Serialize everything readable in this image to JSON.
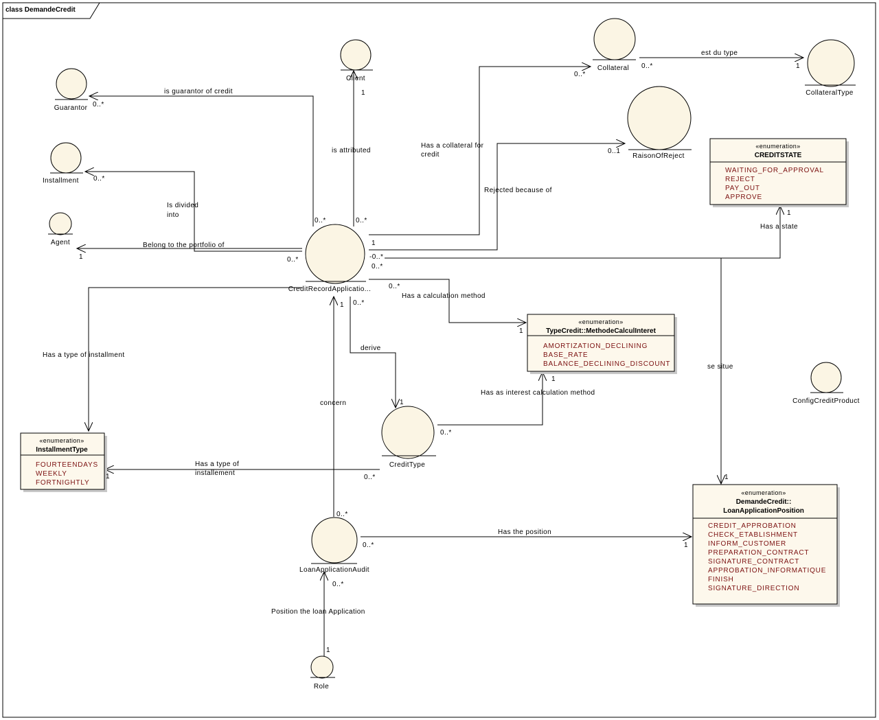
{
  "frame_title": "class DemandeCredit",
  "entities": {
    "guarantor": "Guarantor",
    "client": "Client",
    "installment": "Installment",
    "agent": "Agent",
    "credit_record": "CreditRecordApplicatio...",
    "collateral": "Collateral",
    "collateral_type": "CollateralType",
    "raison_of_reject": "RaisonOfReject",
    "config_credit_product": "ConfigCreditProduct",
    "credit_type": "CreditType",
    "loan_application_audit": "LoanApplicationAudit",
    "role": "Role"
  },
  "enumerations": {
    "credit_state": {
      "stereotype": "«enumeration»",
      "name": "CREDITSTATE",
      "literals": [
        "WAITING_FOR_APPROVAL",
        "REJECT",
        "PAY_OUT",
        "APPROVE"
      ]
    },
    "methode_calcul": {
      "stereotype": "«enumeration»",
      "name": "TypeCredit::MethodeCalculInteret",
      "literals": [
        "AMORTIZATION_DECLINING",
        "BASE_RATE",
        "BALANCE_DECLINING_DISCOUNT"
      ]
    },
    "installment_type": {
      "stereotype": "«enumeration»",
      "name": "InstallmentType",
      "literals": [
        "FOURTEENDAYS",
        "WEEKLY",
        "FORTNIGHTLY"
      ]
    },
    "loan_position": {
      "stereotype": "«enumeration»",
      "name_lines": [
        "DemandeCredit::",
        "LoanApplicationPosition"
      ],
      "literals": [
        "CREDIT_APPROBATION",
        "CHECK_ETABLISHMENT",
        "INFORM_CUSTOMER",
        "PREPARATION_CONTRACT",
        "SIGNATURE_CONTRACT",
        "APPROBATION_INFORMATIQUE",
        "FINISH",
        "SIGNATURE_DIRECTION"
      ]
    }
  },
  "associations": [
    {
      "label": [
        "is guarantor of credit"
      ],
      "source_mult": "0..*",
      "target_mult": "0..*"
    },
    {
      "label": [
        "is attributed"
      ],
      "source_mult": "0..*",
      "target_mult": "1"
    },
    {
      "label": [
        "Is divided",
        "into"
      ],
      "source_mult": "0..*",
      "target_mult": "0..*"
    },
    {
      "label": [
        "Belong to the portfolio of"
      ],
      "source_mult": "0..*",
      "target_mult": "1"
    },
    {
      "label": [
        "Has a collateral for",
        "credit"
      ],
      "source_mult": "1",
      "target_mult": "0..*"
    },
    {
      "label": [
        "Rejected because of"
      ],
      "source_mult": "",
      "target_mult": "0..1"
    },
    {
      "label": [
        "Has a state"
      ],
      "source_mult": "-0..*",
      "target_mult": "1"
    },
    {
      "label": [
        "se situe"
      ],
      "source_mult": "0..*",
      "target_mult": "1"
    },
    {
      "label": [
        "Has a calculation method"
      ],
      "source_mult": "0..*",
      "target_mult": "1"
    },
    {
      "label": [
        "Has a type of installment"
      ],
      "source_mult": "",
      "target_mult": ""
    },
    {
      "label": [
        "derive"
      ],
      "source_mult": "0..*",
      "target_mult": "1"
    },
    {
      "label": [
        "concern"
      ],
      "source_mult": "0..*",
      "target_mult": "1"
    },
    {
      "label": [
        "Has as interest calculation method"
      ],
      "source_mult": "0..*",
      "target_mult": "1"
    },
    {
      "label": [
        "Has a type of",
        "installement"
      ],
      "source_mult": "0..*",
      "target_mult": "1"
    },
    {
      "label": [
        "Has the position"
      ],
      "source_mult": "0..*",
      "target_mult": "1"
    },
    {
      "label": [
        "Position the loan Application"
      ],
      "source_mult": "1",
      "target_mult": "0..*"
    },
    {
      "label": [
        "est du type"
      ],
      "source_mult": "0..*",
      "target_mult": "1"
    }
  ]
}
